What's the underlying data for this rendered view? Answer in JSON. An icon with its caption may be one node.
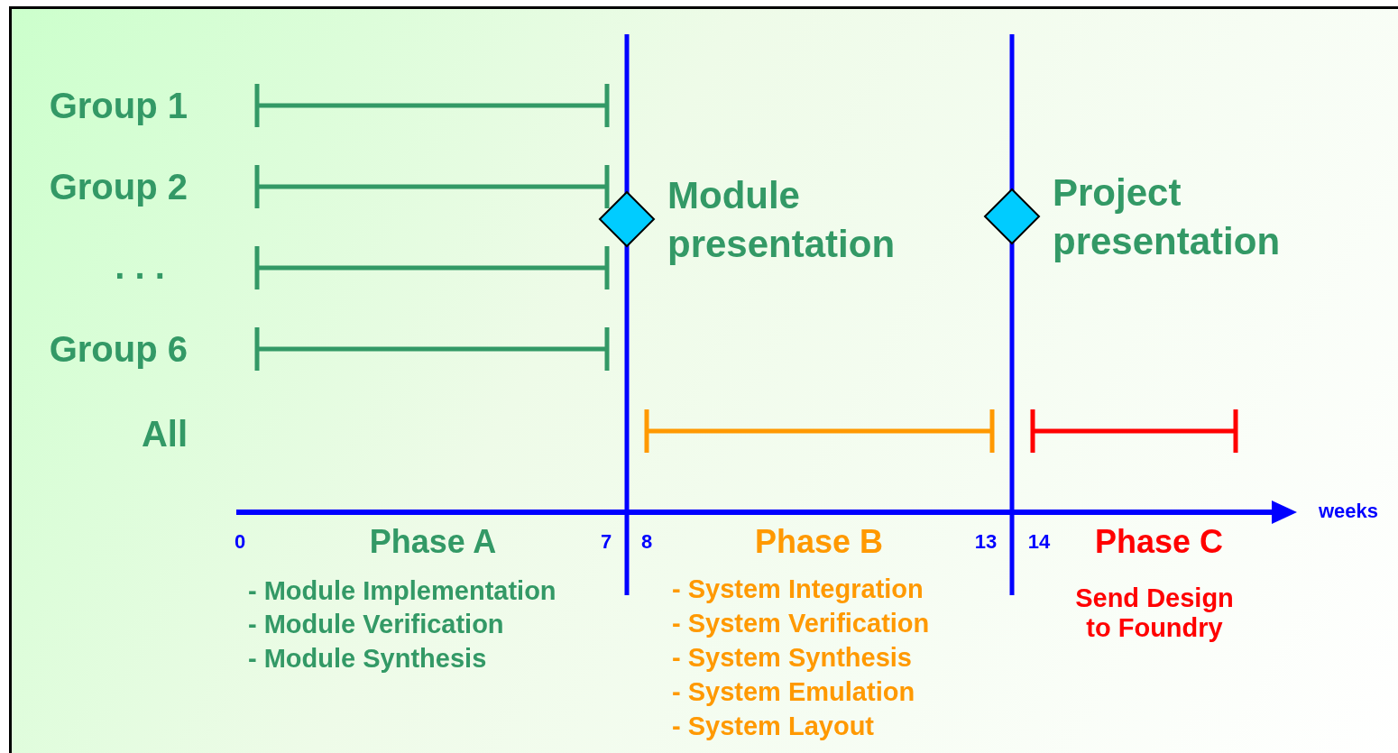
{
  "diagram": {
    "nodes": [
      {
        "text": [],
        "shape": "diamond",
        "beside": [
          "Module presentation"
        ]
      },
      {
        "text": [],
        "shape": "diamond",
        "beside": [
          "Project presentation"
        ]
      }
    ],
    "labels": [
      "Group 1",
      "Group 2",
      ". . .",
      "Group 6",
      "All",
      "weeks",
      "0",
      "Phase A",
      "7",
      "8",
      "Phase B",
      "13",
      "14",
      "Phase C",
      "- Module Implementation",
      "- Module Verification",
      "- Module Synthesis",
      "- System Integration",
      "- System Verification",
      "- System Synthesis",
      "- System Emulation",
      "- System Layout",
      "Send Design to Foundry"
    ]
  }
}
